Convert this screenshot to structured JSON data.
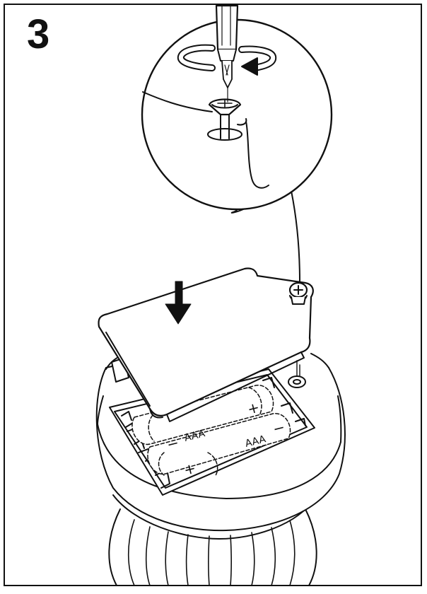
{
  "step": {
    "number": "3"
  },
  "batteries": [
    {
      "type_label": "AAA",
      "minus_sign": "−",
      "plus_sign": "+"
    },
    {
      "type_label": "AAA",
      "minus_sign": "−",
      "plus_sign": "+"
    }
  ],
  "icons": {
    "screwdriver": "screwdriver-icon",
    "rotation": "rotation-arrow-icon",
    "screw": "phillips-screw-icon",
    "press": "down-arrow-icon"
  },
  "colors": {
    "stroke": "#111111",
    "background": "#ffffff",
    "frame": "#111111"
  }
}
